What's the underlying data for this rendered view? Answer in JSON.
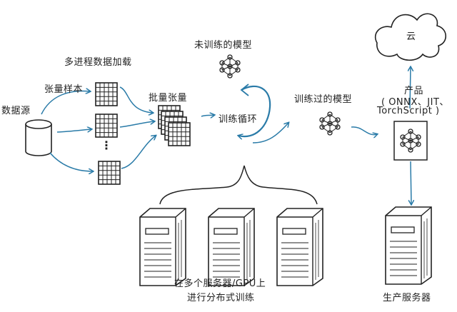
{
  "labels": {
    "multiprocess_loading": "多进程数据加载",
    "tensor_sample": "张量样本",
    "data_source": "数据源",
    "batch_tensor": "批量张量",
    "untrained_model": "未训练的模型",
    "training_loop": "训练循环",
    "trained_model": "训练过的模型",
    "product_line1": "产品",
    "product_line2": "( ONNX、JIT、",
    "product_line3": "TorchScript )",
    "cloud": "云",
    "distributed_line1": "在多个服务器/GPU上",
    "distributed_line2": "进行分布式训练",
    "production_server": "生产服务器",
    "ellipsis": "⋮"
  },
  "colors": {
    "ink": "#222222",
    "arrow": "#2a7ba8"
  }
}
